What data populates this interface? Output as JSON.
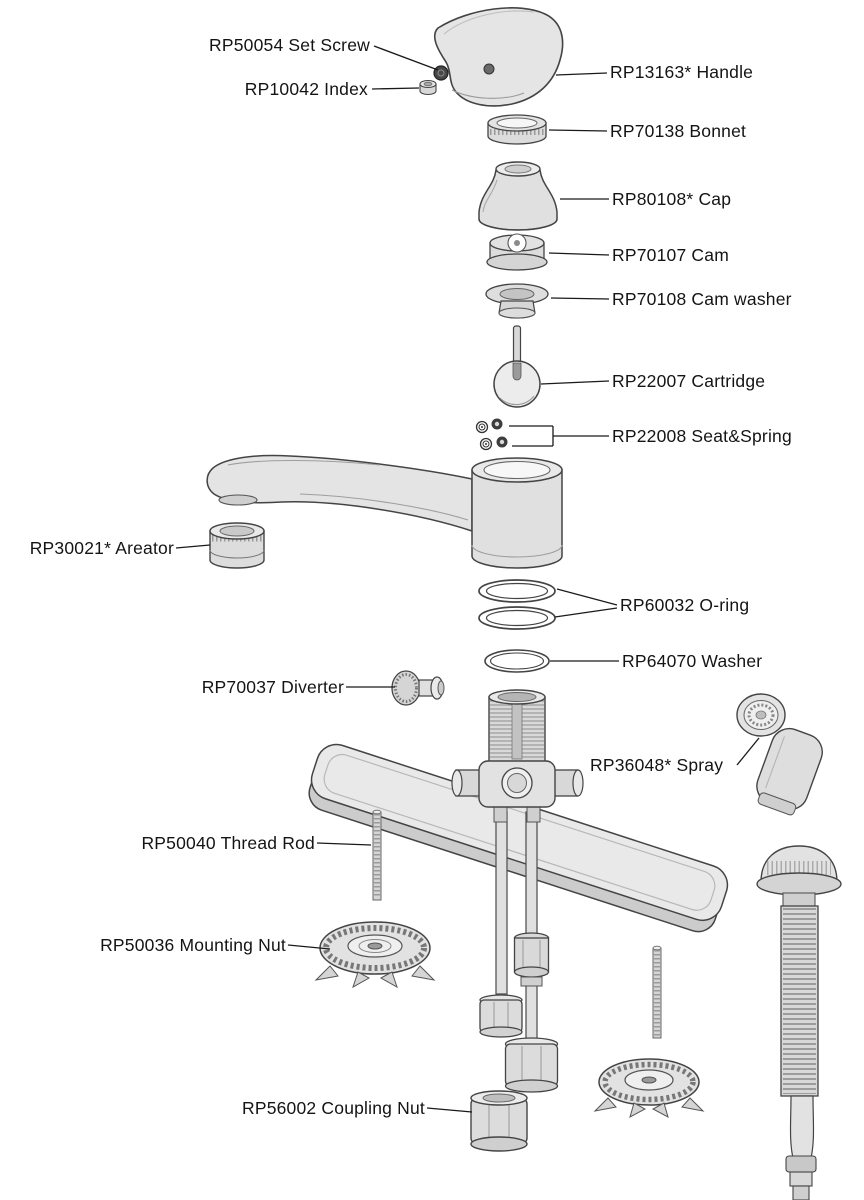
{
  "diagram": {
    "type": "exploded-parts-diagram",
    "subject": "Kitchen faucet with side spray - replacement parts",
    "art_colors": {
      "stroke": "#444444",
      "fill_light": "#e7e7e7",
      "fill_mid": "#d8d8d8",
      "fill_dark": "#9a9a9a"
    },
    "labels": [
      {
        "part": "RP50054",
        "text": "RP50054 Set Screw"
      },
      {
        "part": "RP13163",
        "text": "RP13163* Handle"
      },
      {
        "part": "RP10042",
        "text": "RP10042 Index"
      },
      {
        "part": "RP70138",
        "text": "RP70138 Bonnet"
      },
      {
        "part": "RP80108",
        "text": "RP80108* Cap"
      },
      {
        "part": "RP70107",
        "text": "RP70107 Cam"
      },
      {
        "part": "RP70108",
        "text": "RP70108 Cam washer"
      },
      {
        "part": "RP22007",
        "text": "RP22007 Cartridge"
      },
      {
        "part": "RP22008",
        "text": "RP22008 Seat&Spring"
      },
      {
        "part": "RP30021",
        "text": "RP30021* Areator"
      },
      {
        "part": "RP60032",
        "text": "RP60032 O-ring"
      },
      {
        "part": "RP64070",
        "text": "RP64070 Washer"
      },
      {
        "part": "RP70037",
        "text": "RP70037 Diverter"
      },
      {
        "part": "RP36048",
        "text": "RP36048* Spray"
      },
      {
        "part": "RP50040",
        "text": "RP50040 Thread Rod"
      },
      {
        "part": "RP50036",
        "text": "RP50036 Mounting Nut"
      },
      {
        "part": "RP56002",
        "text": "RP56002 Coupling Nut"
      }
    ]
  }
}
